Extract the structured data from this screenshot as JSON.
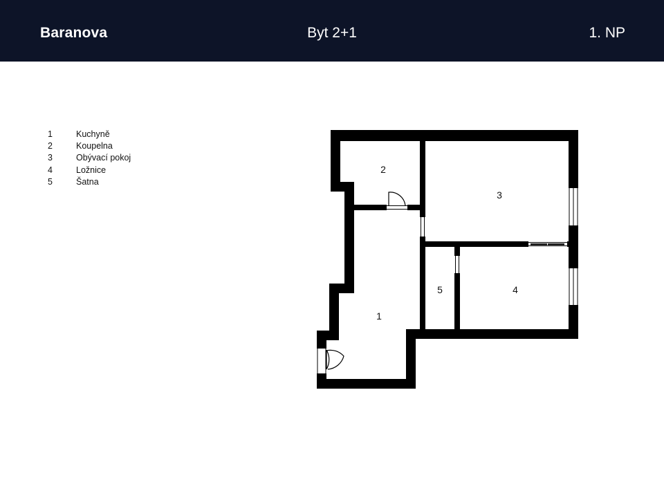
{
  "header": {
    "brand": "Baranova",
    "unit": "Byt 2+1",
    "floor": "1. NP",
    "background_color": "#0d1428"
  },
  "legend": [
    {
      "number": "1",
      "name": "Kuchyně"
    },
    {
      "number": "2",
      "name": "Koupelna"
    },
    {
      "number": "3",
      "name": "Obývací pokoj"
    },
    {
      "number": "4",
      "name": "Ložnice"
    },
    {
      "number": "5",
      "name": "Šatna"
    }
  ],
  "plan": {
    "room_labels": [
      "1",
      "2",
      "3",
      "4",
      "5"
    ],
    "wall_color": "#000000"
  }
}
